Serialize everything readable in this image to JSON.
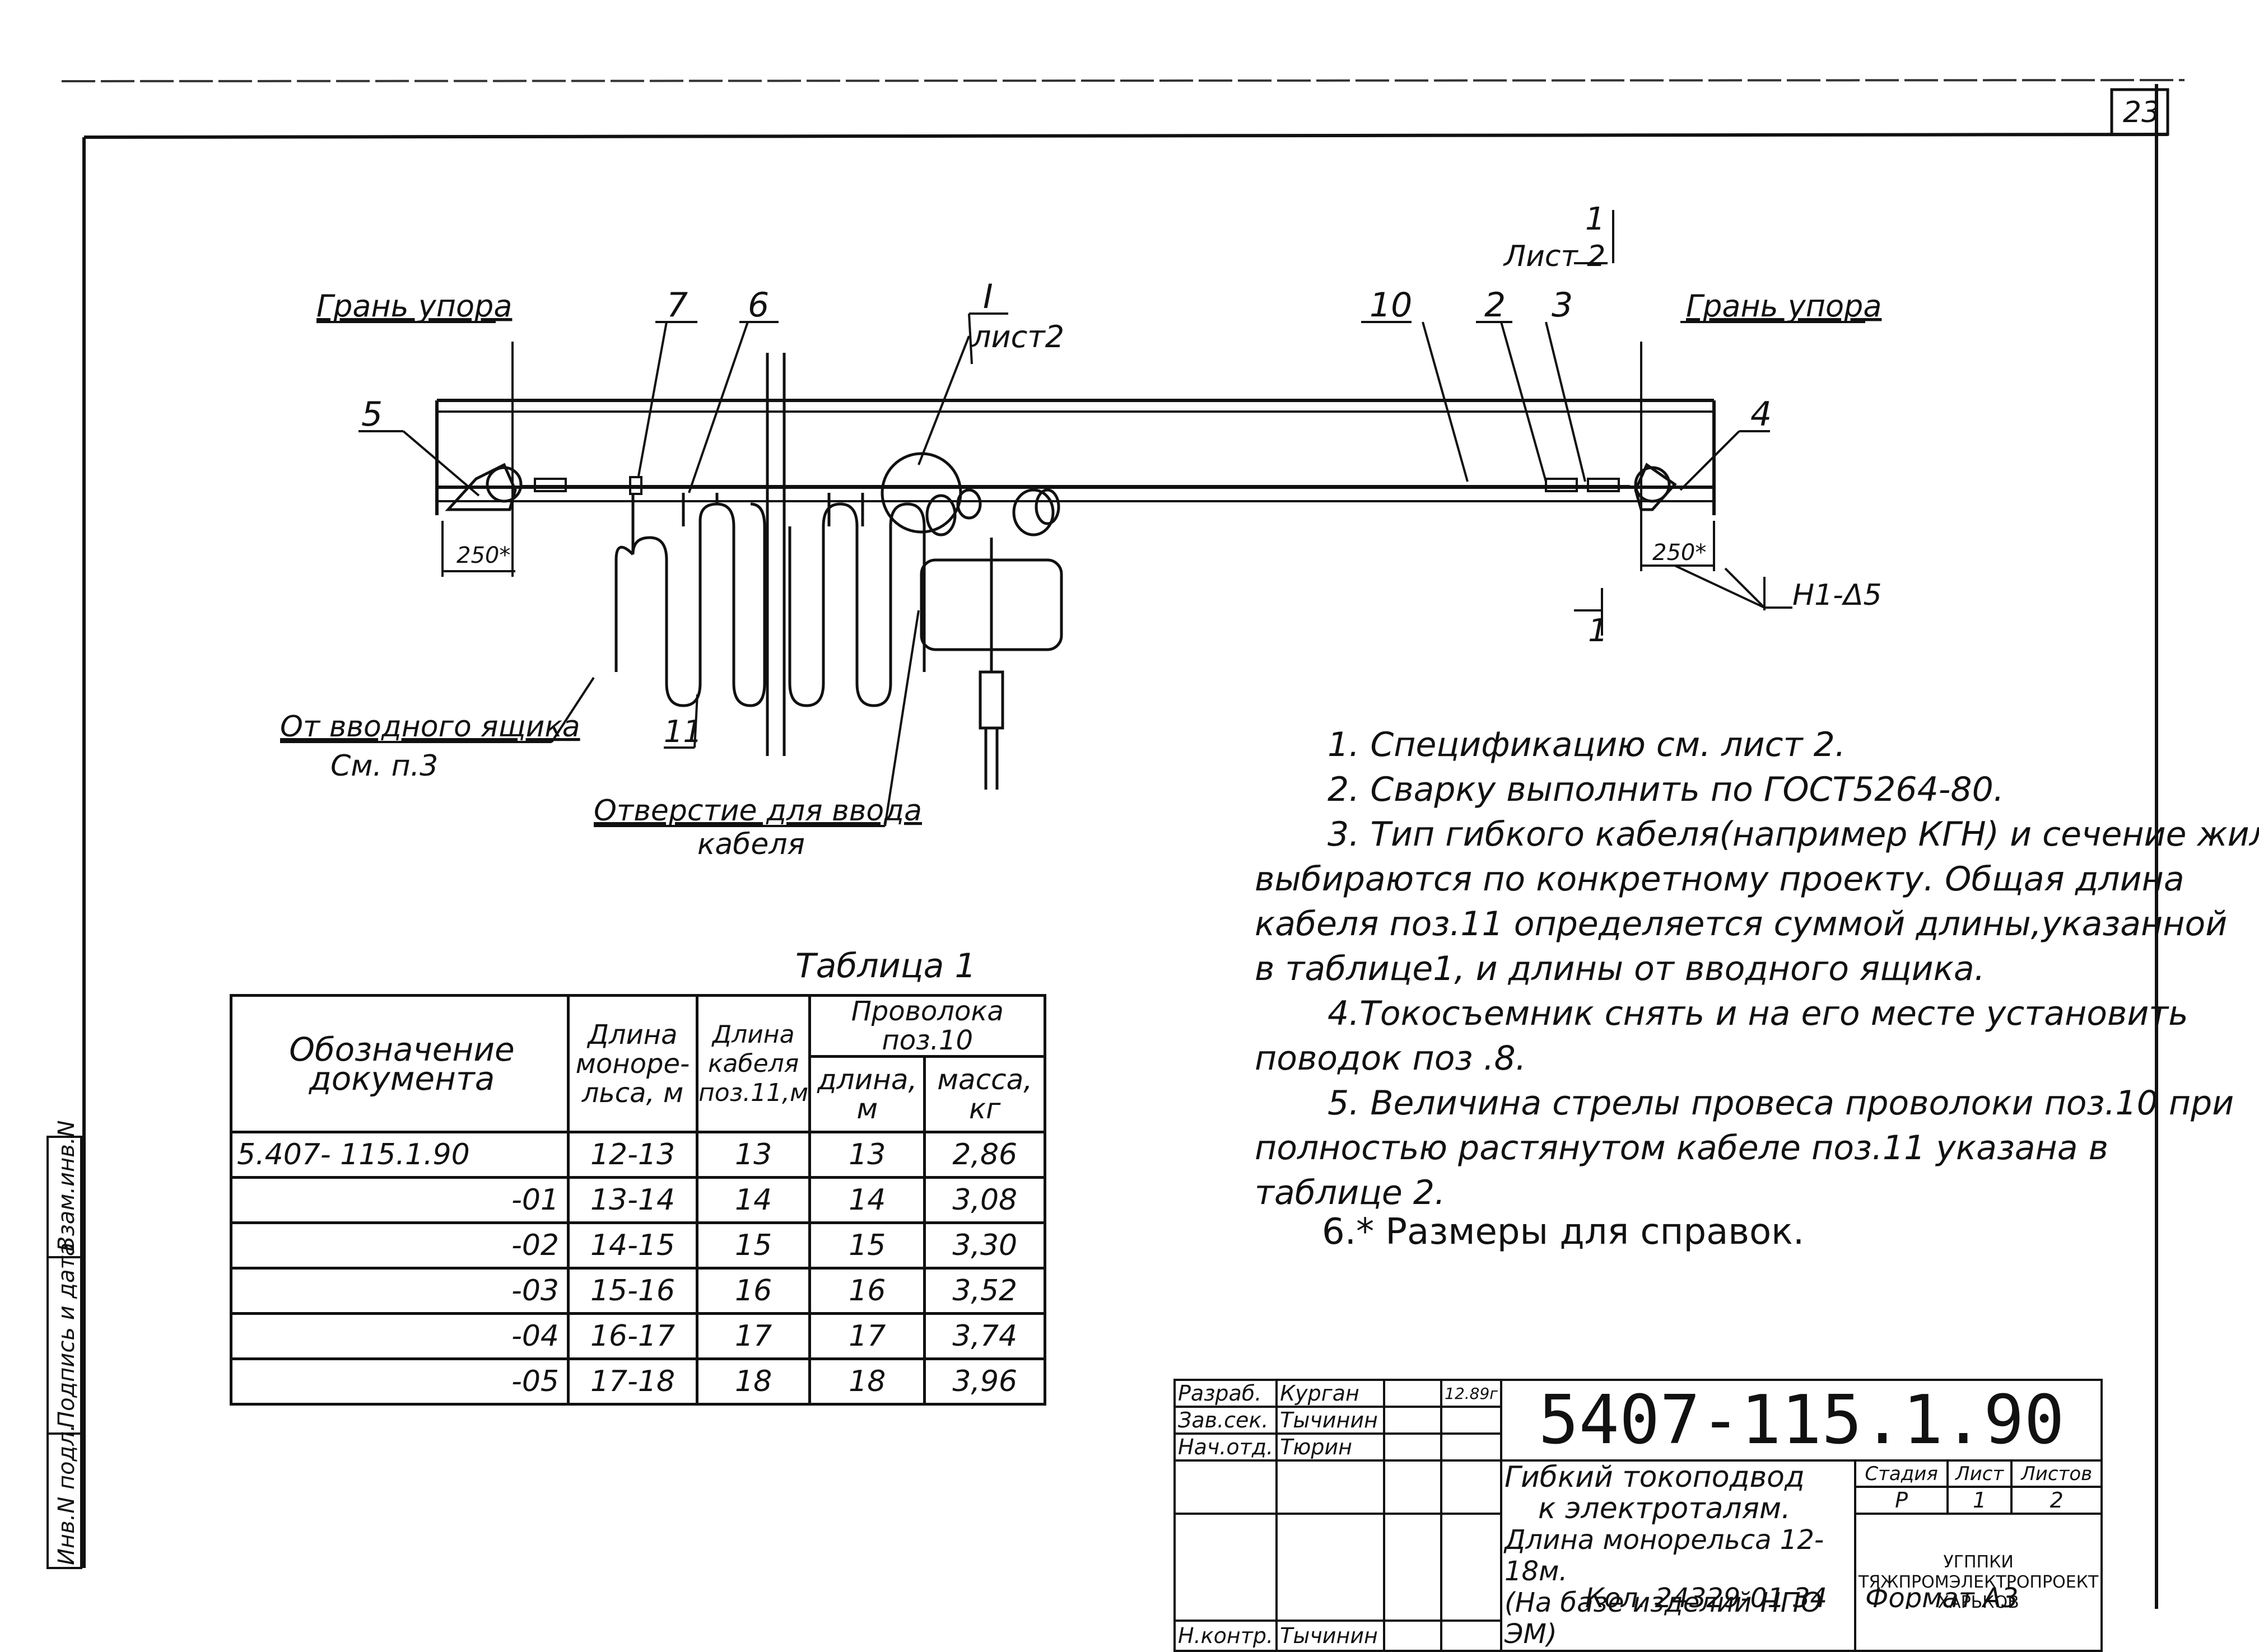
{
  "sheet_number": "23",
  "callouts": {
    "face_left": "Грань упора",
    "face_right": "Грань упора",
    "n1": "1",
    "n2": "2",
    "n3": "3",
    "n4": "4",
    "n5": "5",
    "n6": "6",
    "n7": "7",
    "n10": "10",
    "n11": "11",
    "view_I": "I",
    "view_I_sheet": "лист2",
    "section_top_num": "1",
    "section_top_sheet": "Лист 2",
    "section_bottom_num": "1",
    "dim_left": "250*",
    "dim_right": "250*",
    "weld": "Н1-Δ5",
    "from_box": "От вводного ящика",
    "see_p3": "См. п.3",
    "hole_line1": "Отверстие для ввода",
    "hole_line2": "кабеля"
  },
  "notes": [
    "1. Спецификацию см. лист 2.",
    "2. Сварку выполнить по ГОСТ5264-80.",
    "3. Тип гибкого кабеля(например КГН) и сечение жил",
    "выбираются по конкретному проекту. Общая длина",
    "кабеля поз.11 определяется суммой длины,указанной",
    "в таблице1, и длины от вводного ящика.",
    "4.Токосъемник снять и на его месте установить",
    "поводок поз .8.",
    "5. Величина стрелы провеса проволоки поз.10 при",
    "полностью растянутом кабеле поз.11 указана в",
    "таблице 2.",
    "6.* Размеры для справок."
  ],
  "table1": {
    "caption": "Таблица 1",
    "headers": {
      "designation": "Обозначение документа",
      "rail_length": "Длина моноре- льса, м",
      "cable_length": "Длина кабеля поз.11,м",
      "wire": "Проволока поз.10",
      "wire_length": "длина, м",
      "wire_mass": "масса, кг"
    },
    "rows": [
      [
        "5.407- 115.1.90",
        "12-13",
        "13",
        "13",
        "2,86"
      ],
      [
        "-01",
        "13-14",
        "14",
        "14",
        "3,08"
      ],
      [
        "-02",
        "14-15",
        "15",
        "15",
        "3,30"
      ],
      [
        "-03",
        "15-16",
        "16",
        "16",
        "3,52"
      ],
      [
        "-04",
        "16-17",
        "17",
        "17",
        "3,74"
      ],
      [
        "-05",
        "17-18",
        "18",
        "18",
        "3,96"
      ]
    ]
  },
  "title_block": {
    "doc_code": "5407-115.1.90",
    "roles": [
      "Разраб.",
      "Зав.сек.",
      "Нач.отд.",
      "",
      "",
      "Н.контр."
    ],
    "names": [
      "Курган",
      "Тычинин",
      "Тюрин",
      "",
      "",
      "Тычинин"
    ],
    "date": "12.89г",
    "title_lines": [
      "Гибкий токоподвод",
      "к электроталям.",
      "Длина монорельса 12-18м.",
      "(На базе изделий НПО ЭМ)"
    ],
    "stage_label": "Стадия",
    "sheet_label": "Лист",
    "sheets_label": "Листов",
    "stage": "Р",
    "sheet": "1",
    "sheets": "2",
    "org_lines": [
      "УГППКИ",
      "ТЯЖПРОМЭЛЕКТРОПРОЕКТ",
      "ХАРЬКОВ"
    ],
    "format": "Формат А3",
    "copy_note": "Кол. 24329-01 34"
  },
  "left_stamp": [
    "Взам.инв.N",
    "Подпись и дата",
    "Инв.N подл."
  ]
}
